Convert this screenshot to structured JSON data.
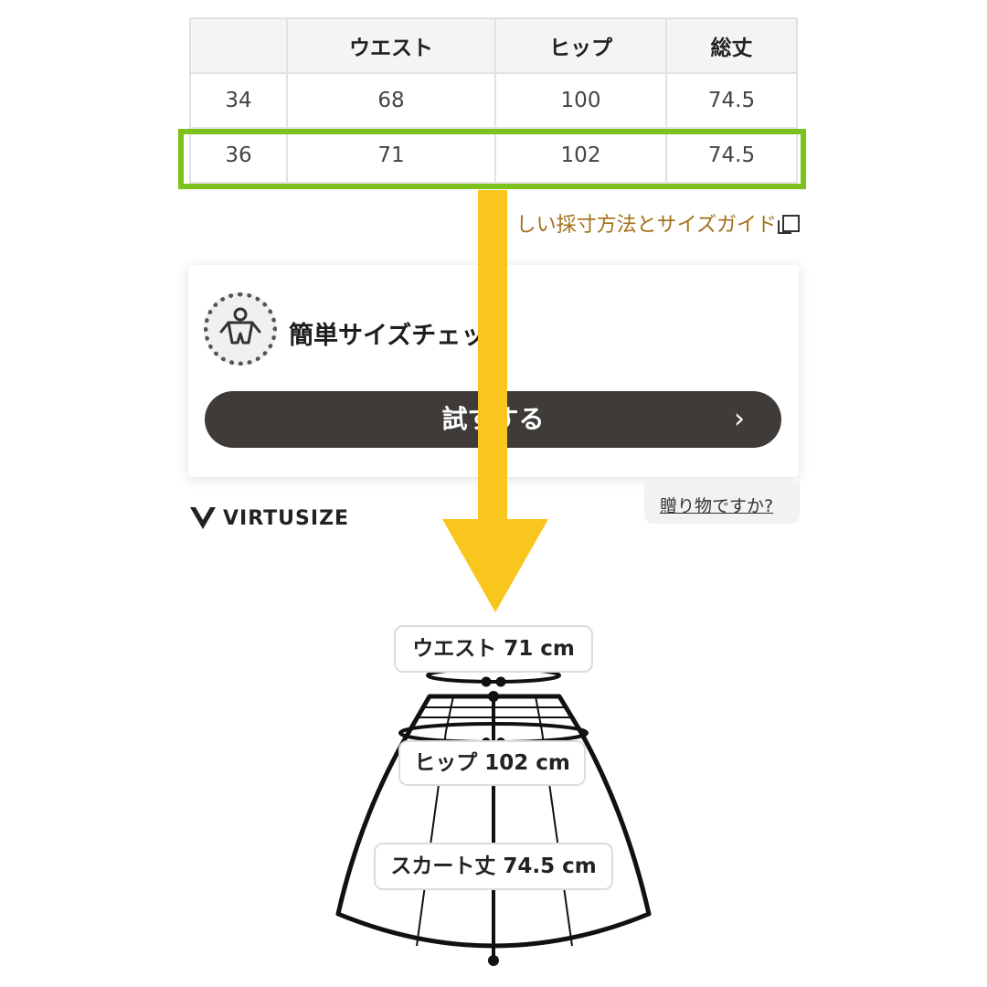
{
  "size_table": {
    "headers": [
      "",
      "ウエスト",
      "ヒップ",
      "総丈"
    ],
    "rows": [
      [
        "34",
        "68",
        "100",
        "74.5"
      ],
      [
        "36",
        "71",
        "102",
        "74.5"
      ]
    ],
    "highlighted_size": "36"
  },
  "guide_link": {
    "label": "しい採寸方法とサイズガイド"
  },
  "virtusize": {
    "title": "簡単サイズチェック",
    "try_button_label": "試すする",
    "try_button_chevron": "›",
    "gift_link": "贈り物ですか?",
    "logo_text": "VIRTUSIZE"
  },
  "diagram": {
    "waist_label": "ウエスト 71 cm",
    "hip_label": "ヒップ 102 cm",
    "length_label": "スカート丈 74.5 cm"
  },
  "colors": {
    "highlight": "#7dc21c",
    "arrow": "#f8c61c",
    "button_bg": "#3e3b38",
    "link": "#a36f16"
  }
}
